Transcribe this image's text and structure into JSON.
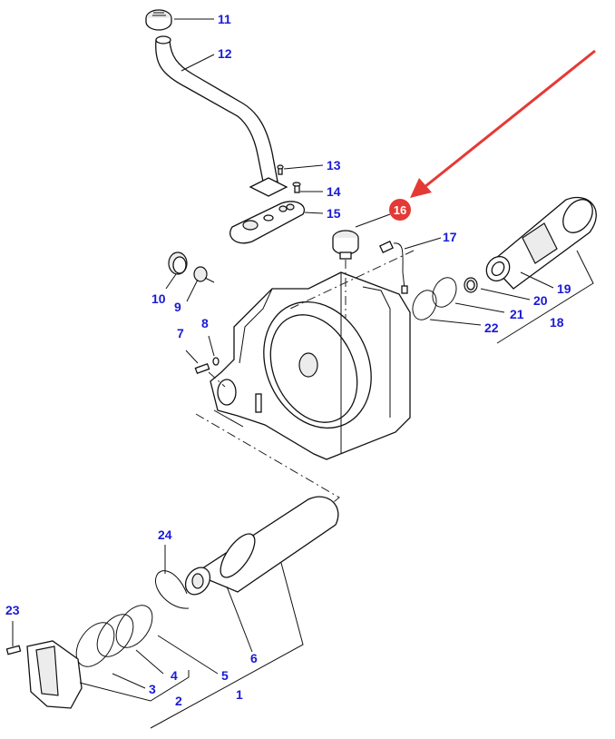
{
  "diagram": {
    "title": "",
    "highlight_color": "#e53935",
    "label_color": "#1a1ad6",
    "highlighted_part": "16",
    "callouts": [
      "1",
      "2",
      "3",
      "4",
      "5",
      "6",
      "7",
      "8",
      "9",
      "10",
      "11",
      "12",
      "13",
      "14",
      "15",
      "16",
      "17",
      "18",
      "19",
      "20",
      "21",
      "22",
      "23",
      "24"
    ],
    "parts": [
      {
        "id": "1",
        "desc": "rear axle/shaft assembly (group)"
      },
      {
        "id": "2",
        "desc": "cover assembly (group)"
      },
      {
        "id": "3",
        "desc": "cover"
      },
      {
        "id": "4",
        "desc": "o-ring"
      },
      {
        "id": "5",
        "desc": "o-ring"
      },
      {
        "id": "6",
        "desc": "shaft housing"
      },
      {
        "id": "7",
        "desc": "plug"
      },
      {
        "id": "8",
        "desc": "seal washer"
      },
      {
        "id": "9",
        "desc": "sensor plug"
      },
      {
        "id": "10",
        "desc": "cap"
      },
      {
        "id": "11",
        "desc": "filler cap"
      },
      {
        "id": "12",
        "desc": "filler tube"
      },
      {
        "id": "13",
        "desc": "screw"
      },
      {
        "id": "14",
        "desc": "screw"
      },
      {
        "id": "15",
        "desc": "cover plate"
      },
      {
        "id": "16",
        "desc": "breather cap"
      },
      {
        "id": "17",
        "desc": "sensor"
      },
      {
        "id": "18",
        "desc": "shaft housing assembly (group)"
      },
      {
        "id": "19",
        "desc": "housing"
      },
      {
        "id": "20",
        "desc": "bushing"
      },
      {
        "id": "21",
        "desc": "o-ring"
      },
      {
        "id": "22",
        "desc": "o-ring"
      },
      {
        "id": "23",
        "desc": "bolt"
      },
      {
        "id": "24",
        "desc": "snap ring"
      }
    ]
  }
}
